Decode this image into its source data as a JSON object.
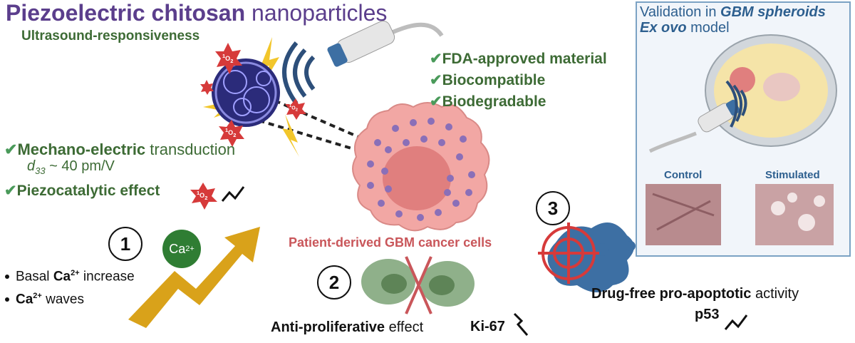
{
  "title": {
    "bold": "Piezoelectric chitosan",
    "light": "nanoparticles"
  },
  "subtitle": "Ultrasound-responsiveness",
  "features": [
    "FDA-approved material",
    "Biocompatible",
    "Biodegradable"
  ],
  "mechano": {
    "bold": "Mechano-electric",
    "rest": "transduction"
  },
  "d33": {
    "symbol": "d",
    "sub": "33",
    "rest": "~ 40 pm/V"
  },
  "piezo": "Piezocatalytic effect",
  "ros_label": {
    "o": "1",
    "sym": "O",
    "sub": "2"
  },
  "calcium": {
    "label": "Ca",
    "sup": "2+"
  },
  "bullets": [
    {
      "pre": "Basal ",
      "bold": "Ca",
      "sup": "2+",
      "post": " increase"
    },
    {
      "pre": "",
      "bold": "Ca",
      "sup": "2+",
      "post": " waves"
    }
  ],
  "patient": "Patient-derived GBM cancer cells",
  "steps": [
    "1",
    "2",
    "3"
  ],
  "anti": {
    "bold": "Anti-proliferative",
    "rest": " effect"
  },
  "ki": "Ki-67",
  "drug": {
    "bold": "Drug-free pro-apoptotic",
    "rest": " activity"
  },
  "p53": "p53",
  "validation": {
    "line1_pre": "Validation in ",
    "line1_bold": "GBM spheroids",
    "line2_bold": "Ex ovo",
    "line2_rest": " model",
    "control": "Control",
    "stimulated": "Stimulated"
  },
  "colors": {
    "title": "#5b3e8c",
    "green": "#3d6b35",
    "red": "#c9565a",
    "blue": "#2d5f8f",
    "arrow": "#d9a21a"
  }
}
